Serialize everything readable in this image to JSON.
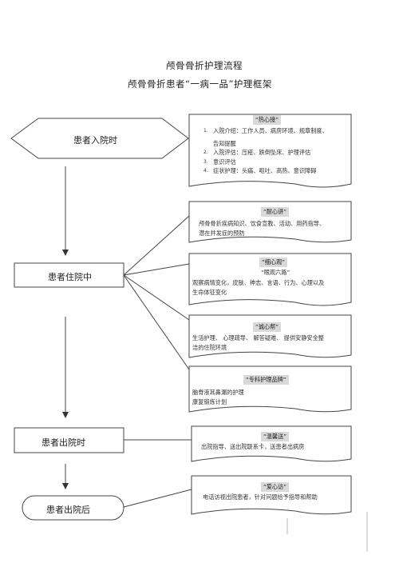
{
  "title": "颅骨骨折护理流程",
  "subtitle": "颅骨骨折患者“一病一品”护理框架",
  "stages": {
    "admission": "患者入院时",
    "inpatient": "患者住院中",
    "discharge": "患者出院时",
    "post_discharge": "患者出院后"
  },
  "boxes": {
    "rexinjie": {
      "tag": "“热心接”",
      "items": [
        {
          "num": "1.",
          "text": "入院介绍：工作人员、病房环境、规章制度、"
        },
        {
          "num": "",
          "text": "告知提醒"
        },
        {
          "num": "2.",
          "text": "入院评估：压疮、跌倒坠床、护理评估"
        },
        {
          "num": "3.",
          "text": "意识评估"
        },
        {
          "num": "4.",
          "text": "症状护理：头痛、呕吐、高热、意识障碍"
        }
      ]
    },
    "naixinjiang": {
      "tag": "“耐心讲”",
      "lines": [
        "颅骨骨折疾病知识、饮食宣教、活动、用药指导、",
        "潜在并发症的预防"
      ]
    },
    "xixinguan": {
      "tag": "“细心观”",
      "tag2": "“眼观六路”",
      "lines": [
        "观察病情变化，皮肤、神志、言语、行为、心理以及",
        "生命体征变化"
      ]
    },
    "chengxinbang": {
      "tag": "“诚心帮”",
      "lines": [
        "生活护理、 心理疏导、 解答疑难、 提供安静安全整",
        "洁的住院环境"
      ]
    },
    "zhuanke": {
      "tag": "“专科护理品牌”",
      "lines": [
        "脑脊液耳鼻漏的护理",
        "康复锻炼计划"
      ]
    },
    "wenxinsong": {
      "tag": "“温馨送”",
      "lines": [
        "出院指导、送出院联系卡，送患者出病房"
      ]
    },
    "aixinfang": {
      "tag": "“爱心访”",
      "lines": [
        "电话访视出院患者，针对问题给予指导和帮助"
      ]
    }
  }
}
